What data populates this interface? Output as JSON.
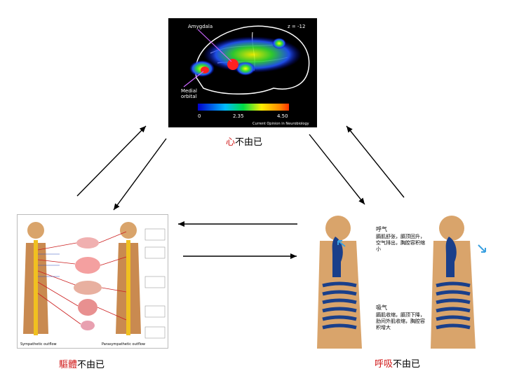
{
  "captions": {
    "heart": {
      "accent": "心",
      "rest": "不由已"
    },
    "body": {
      "accent": "驅體",
      "rest": "不由已"
    },
    "breath": {
      "accent": "呼吸",
      "rest": "不由已"
    }
  },
  "brain": {
    "label_top": "Amygdala",
    "label_z": "z = -12",
    "label_left": "Medial\norbital",
    "scale_ticks": [
      "0",
      "2.35",
      "4.50"
    ],
    "credit": "Current Opinion in Neurobiology"
  },
  "nerves": {
    "label_left_bottom": "Sympathetic outflow",
    "label_right_bottom": "Parasympathetic outflow"
  },
  "breath": {
    "inhale_title": "吸气",
    "inhale_text": "膈肌收缩，膈顶下降，肋间外肌收缩，胸腔容积增大",
    "exhale_title": "呼气",
    "exhale_text": "膈肌舒张，膈顶回升，空气排出，胸腔容积缩小"
  },
  "colors": {
    "accent": "#d01818",
    "skin": "#d9a46b",
    "airway": "#1a3f8a"
  }
}
